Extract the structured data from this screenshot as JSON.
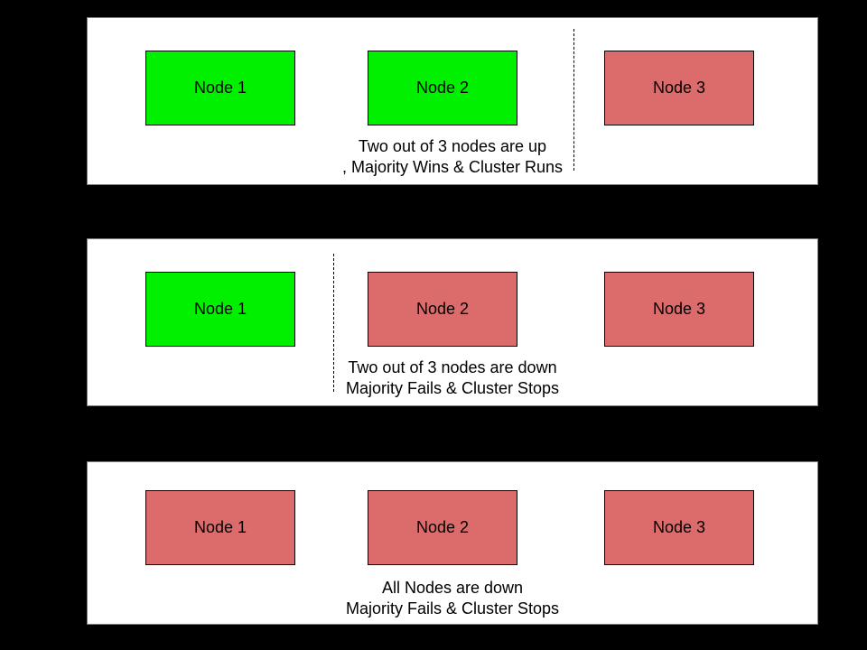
{
  "colors": {
    "background": "#000000",
    "panel_bg": "#ffffff",
    "panel_border": "#7f7f7f",
    "node_border": "#000000",
    "node_up": "#00f000",
    "node_down": "#dc6c6c",
    "text": "#000000"
  },
  "panels": [
    {
      "id": "scenario-two-nodes-up",
      "nodes": [
        {
          "label": "Node 1",
          "status": "up"
        },
        {
          "label": "Node 2",
          "status": "up"
        },
        {
          "label": "Node 3",
          "status": "down"
        }
      ],
      "caption_lines": [
        "Two out of 3 nodes are up",
        ", Majority Wins & Cluster Runs"
      ],
      "divider": "dashed line between Node 2 and Node 3"
    },
    {
      "id": "scenario-two-nodes-down",
      "nodes": [
        {
          "label": "Node 1",
          "status": "up"
        },
        {
          "label": "Node 2",
          "status": "down"
        },
        {
          "label": "Node 3",
          "status": "down"
        }
      ],
      "caption_lines": [
        "Two out of 3 nodes are down",
        "Majority Fails & Cluster Stops"
      ],
      "divider": "dashed line between Node 1 and Node 2"
    },
    {
      "id": "scenario-all-nodes-down",
      "nodes": [
        {
          "label": "Node 1",
          "status": "down"
        },
        {
          "label": "Node 2",
          "status": "down"
        },
        {
          "label": "Node 3",
          "status": "down"
        }
      ],
      "caption_lines": [
        "All Nodes are down",
        "Majority Fails & Cluster Stops"
      ],
      "divider": null
    }
  ]
}
